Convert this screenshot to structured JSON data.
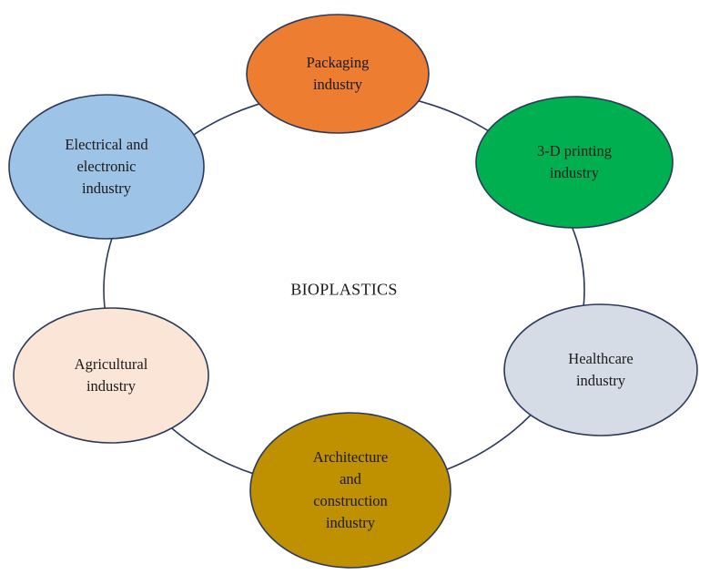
{
  "diagram": {
    "center_label": "BIOPLASTICS",
    "ring_color": "#2b3a5c",
    "nodes": [
      {
        "id": "packaging",
        "lines": [
          "Packaging",
          "industry"
        ],
        "fill": "#ED7D31"
      },
      {
        "id": "3d-printing",
        "lines": [
          "3-D printing",
          "industry"
        ],
        "fill": "#00B050"
      },
      {
        "id": "healthcare",
        "lines": [
          "Healthcare",
          "industry"
        ],
        "fill": "#D6DCE5"
      },
      {
        "id": "architecture",
        "lines": [
          "Architecture",
          "and",
          "construction",
          "industry"
        ],
        "fill": "#BF9000"
      },
      {
        "id": "agricultural",
        "lines": [
          "Agricultural",
          "industry"
        ],
        "fill": "#FBE5D6"
      },
      {
        "id": "electrical",
        "lines": [
          "Electrical and",
          "electronic",
          "industry"
        ],
        "fill": "#9DC3E6"
      }
    ]
  }
}
